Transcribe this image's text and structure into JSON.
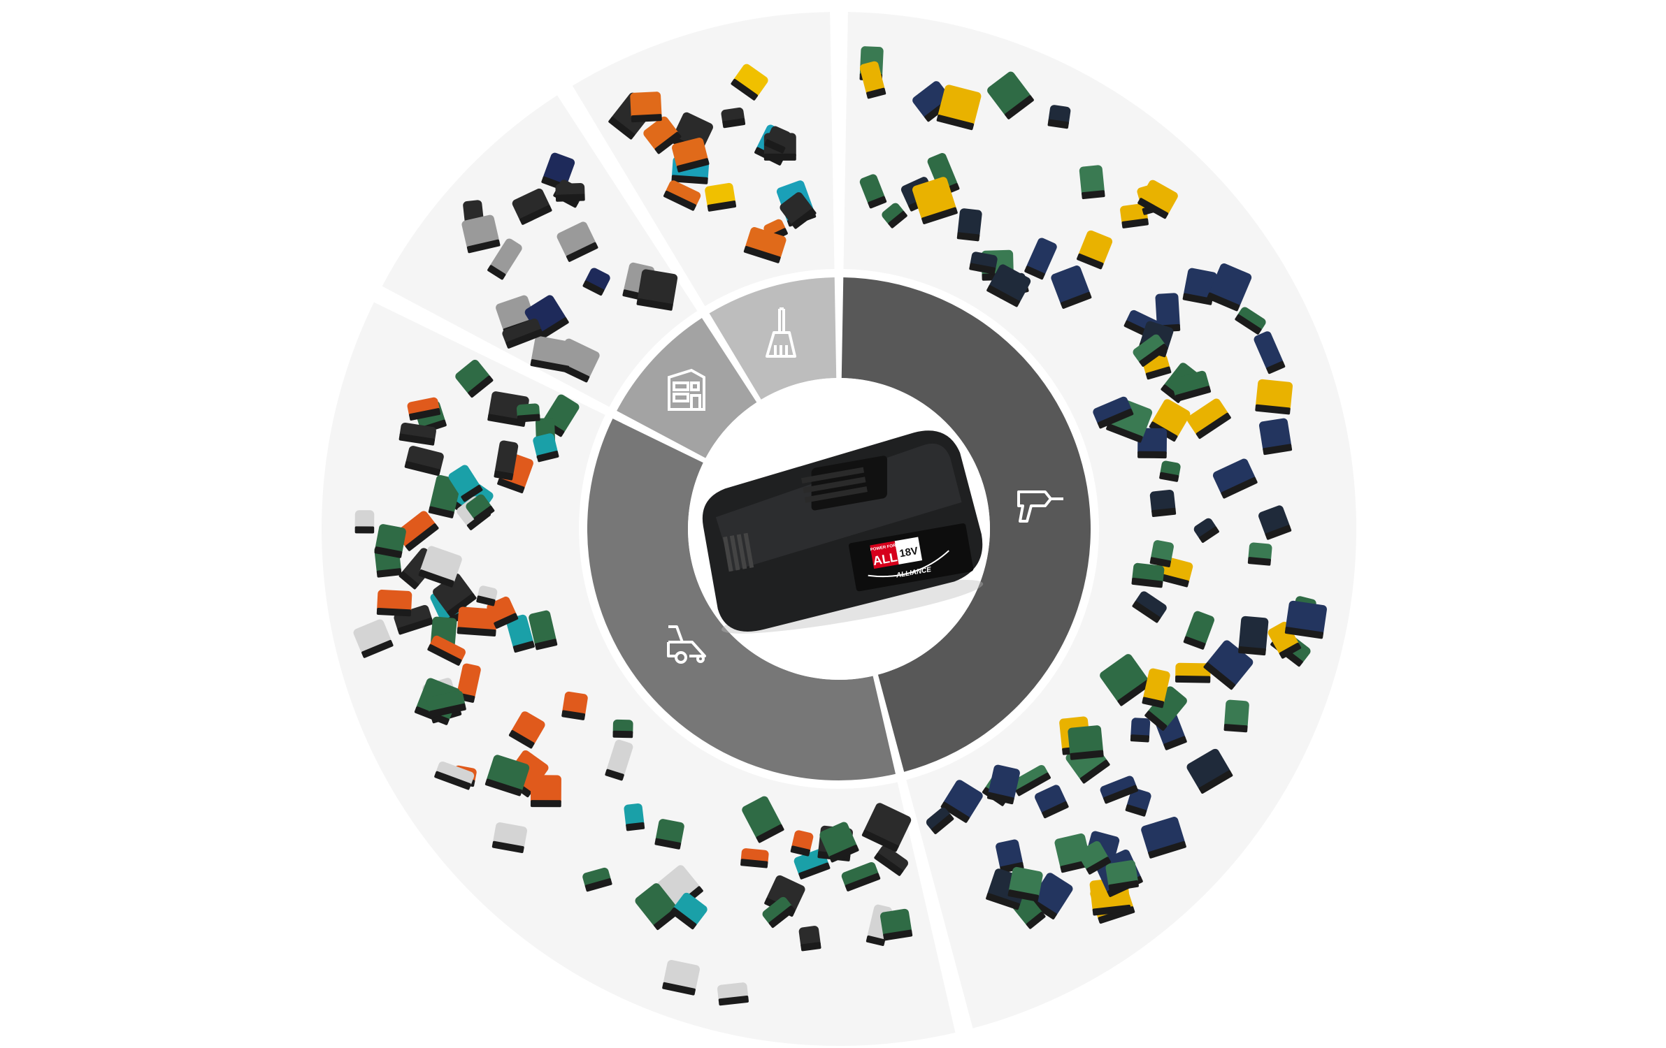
{
  "battery": {
    "brand_small": "POWER FOR",
    "brand_big": "ALL",
    "voltage": "18V",
    "alliance": "ALLIANCE",
    "colors": {
      "body": "#1f2021",
      "badge_red": "#d6001c",
      "badge_white": "#ffffff"
    }
  },
  "segments": [
    {
      "id": "power-tools",
      "icon": "drill-icon",
      "inner_color": "#585858",
      "outer_color": "#f5f5f5",
      "tool_colors": [
        "#2f6b45",
        "#3a7a52",
        "#1f2a3a",
        "#23355f",
        "#e9b200"
      ]
    },
    {
      "id": "garden",
      "icon": "lawnmower-icon",
      "inner_color": "#777777",
      "outer_color": "#f5f5f5",
      "tool_colors": [
        "#2f6b45",
        "#1aa0a8",
        "#e05a1c",
        "#2b2b2b",
        "#d4d4d4"
      ]
    },
    {
      "id": "home-garage",
      "icon": "garage-icon",
      "inner_color": "#a3a3a3",
      "outer_color": "#f5f5f5",
      "tool_colors": [
        "#2a2a2a",
        "#9a9a9a",
        "#1e2a5a"
      ]
    },
    {
      "id": "cleaning",
      "icon": "broom-icon",
      "inner_color": "#bdbdbd",
      "outer_color": "#f5f5f5",
      "tool_colors": [
        "#f0c000",
        "#e06a1a",
        "#1aa0b8",
        "#2a2a2a"
      ]
    }
  ]
}
